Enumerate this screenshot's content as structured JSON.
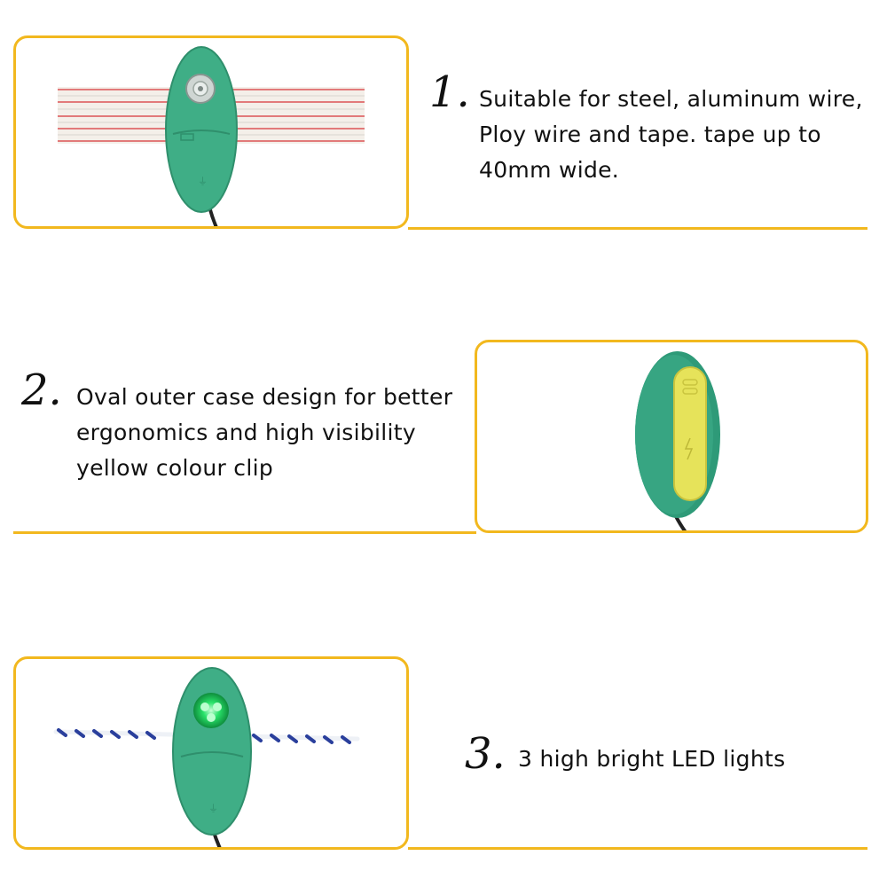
{
  "features": [
    {
      "number": "1.",
      "lines": [
        "Suitable for steel, aluminum wire,",
        "Ploy wire and tape. tape up to",
        "40mm wide."
      ]
    },
    {
      "number": "2.",
      "lines": [
        "Oval outer case design for better",
        "ergonomics and  high visibility",
        "yellow colour clip"
      ]
    },
    {
      "number": "3.",
      "lines": [
        "3 high bright LED lights"
      ]
    }
  ],
  "colors": {
    "frame": "#f2b81e",
    "case_green": "#3fae86",
    "clip_yellow": "#e6e35a",
    "led_green": "#29e36a"
  },
  "icons": [
    "fence-tester-on-tape-image",
    "fence-tester-back-clip-image",
    "fence-tester-led-on-wire-image"
  ]
}
